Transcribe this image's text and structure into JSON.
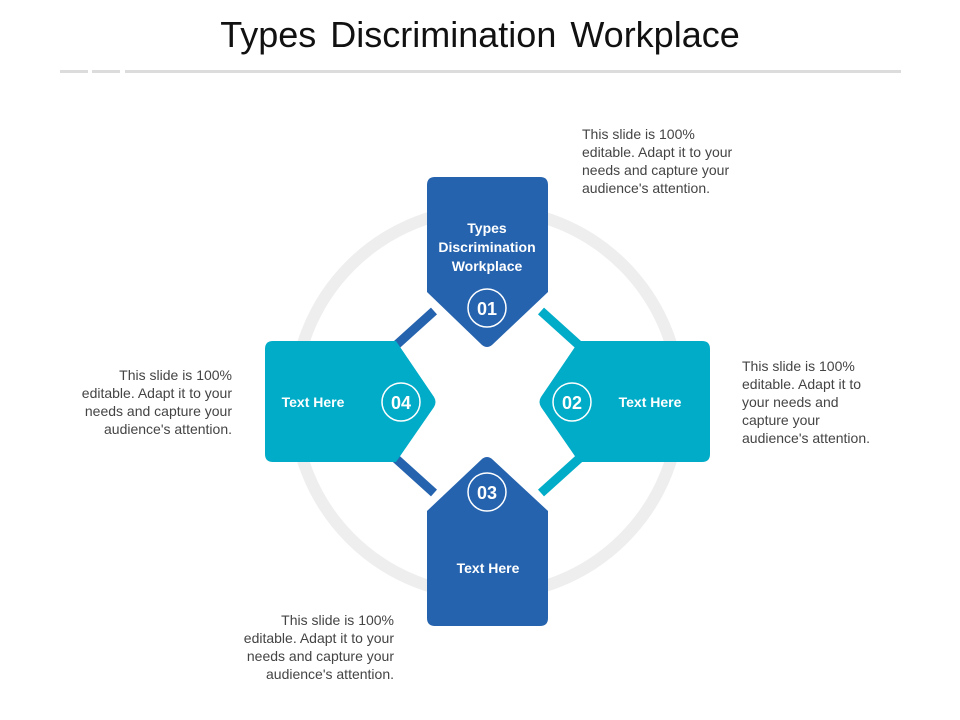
{
  "title": "Types Discrimination Workplace",
  "colors": {
    "dark_blue": "#2563ae",
    "teal": "#00acc7",
    "ring": "#eeeeee",
    "rule": "#dcdcdc"
  },
  "items": [
    {
      "number": "01",
      "heading_lines": [
        "Types",
        "Discrimination",
        "Workplace"
      ],
      "description_lines": [
        "This slide is 100%",
        "editable. Adapt it to your",
        "needs and capture your",
        "audience's attention."
      ]
    },
    {
      "number": "02",
      "heading_lines": [
        "Text Here"
      ],
      "description_lines": [
        "This slide is 100%",
        "editable. Adapt it to",
        "your needs and",
        "capture your",
        "audience's attention."
      ]
    },
    {
      "number": "03",
      "heading_lines": [
        "Text Here"
      ],
      "description_lines": [
        "This slide is 100%",
        "editable. Adapt it to your",
        "needs and capture your",
        "audience's attention."
      ]
    },
    {
      "number": "04",
      "heading_lines": [
        "Text Here"
      ],
      "description_lines": [
        "This slide is 100%",
        "editable. Adapt it to your",
        "needs and capture your",
        "audience's attention."
      ]
    }
  ]
}
